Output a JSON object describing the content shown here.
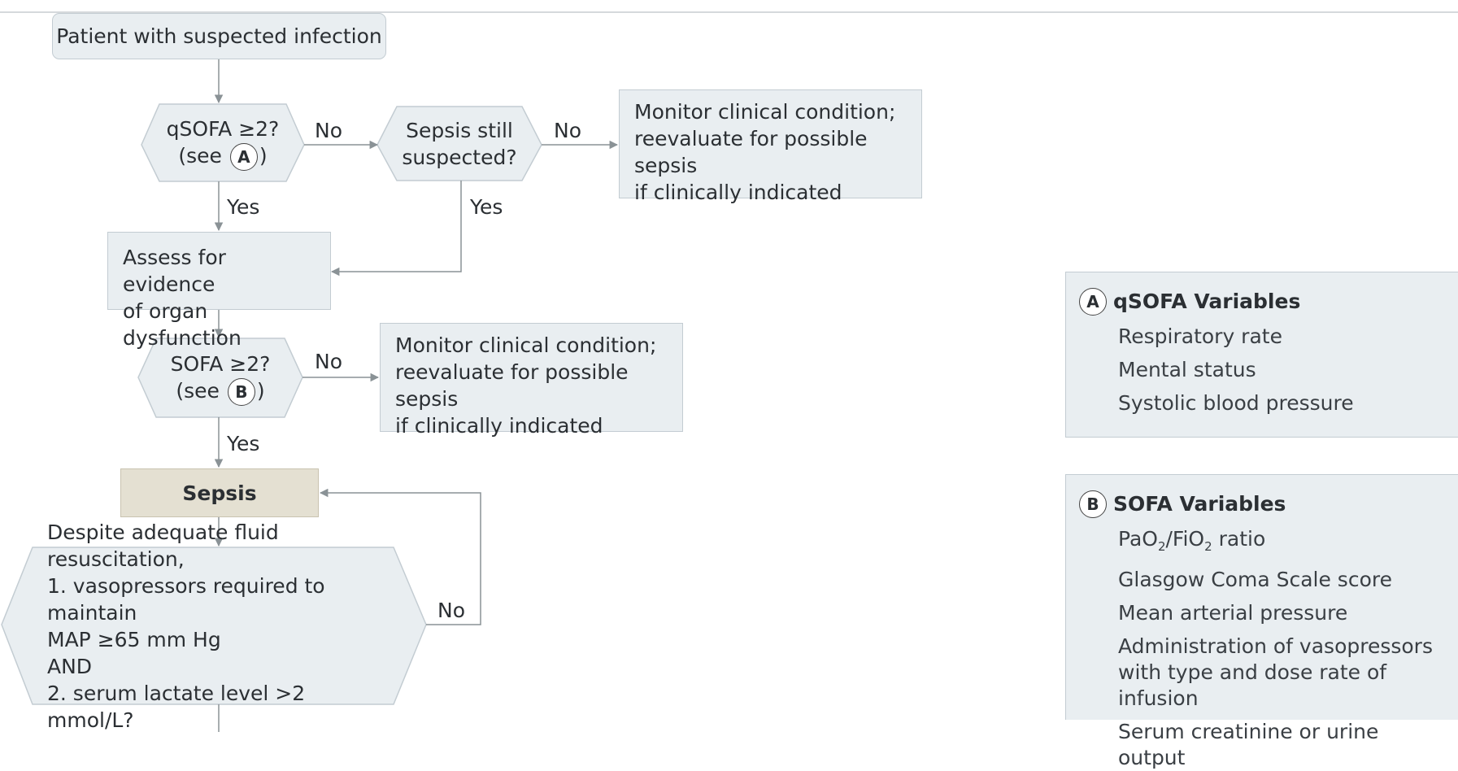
{
  "flowchart": {
    "start": "Patient with suspected infection",
    "qsofa_question": "qSOFA ≥2?",
    "qsofa_see": "(see",
    "qsofa_ref": "A",
    "qsofa_close": ")",
    "sepsis_suspected": [
      "Sepsis still",
      "suspected?"
    ],
    "monitor_1": [
      "Monitor clinical condition;",
      "reevaluate for possible sepsis",
      "if clinically indicated"
    ],
    "assess": [
      "Assess for evidence",
      "of organ dysfunction"
    ],
    "sofa_question": "SOFA ≥2?",
    "sofa_see": "(see",
    "sofa_ref": "B",
    "sofa_close": ")",
    "monitor_2": [
      "Monitor clinical condition;",
      "reevaluate for possible sepsis",
      "if clinically indicated"
    ],
    "sepsis": "Sepsis",
    "shock_question": [
      "Despite adequate fluid resuscitation,",
      "1. vasopressors required to maintain",
      "MAP ≥65 mm Hg",
      "AND",
      "2. serum lactate level >2 mmol/L?"
    ],
    "labels": {
      "no": "No",
      "yes": "Yes"
    }
  },
  "legend_a": {
    "badge": "A",
    "title": "qSOFA Variables",
    "items": [
      "Respiratory rate",
      "Mental status",
      "Systolic blood pressure"
    ]
  },
  "legend_b": {
    "badge": "B",
    "title": "SOFA Variables",
    "item_pao2_a": "PaO",
    "item_pao2_sub1": "2",
    "item_pao2_b": "/FiO",
    "item_pao2_sub2": "2",
    "item_pao2_c": " ratio",
    "items": [
      "Glasgow Coma Scale score",
      "Mean arterial pressure",
      "Administration of vasopressors",
      "with type and dose rate of infusion",
      "Serum creatinine or urine output"
    ]
  },
  "colors": {
    "box_fill": "#e9eef1",
    "box_border": "#c3ccd2",
    "sepsis_fill": "#e4e0d2",
    "line": "#8a9296",
    "text": "#2b2f33"
  }
}
